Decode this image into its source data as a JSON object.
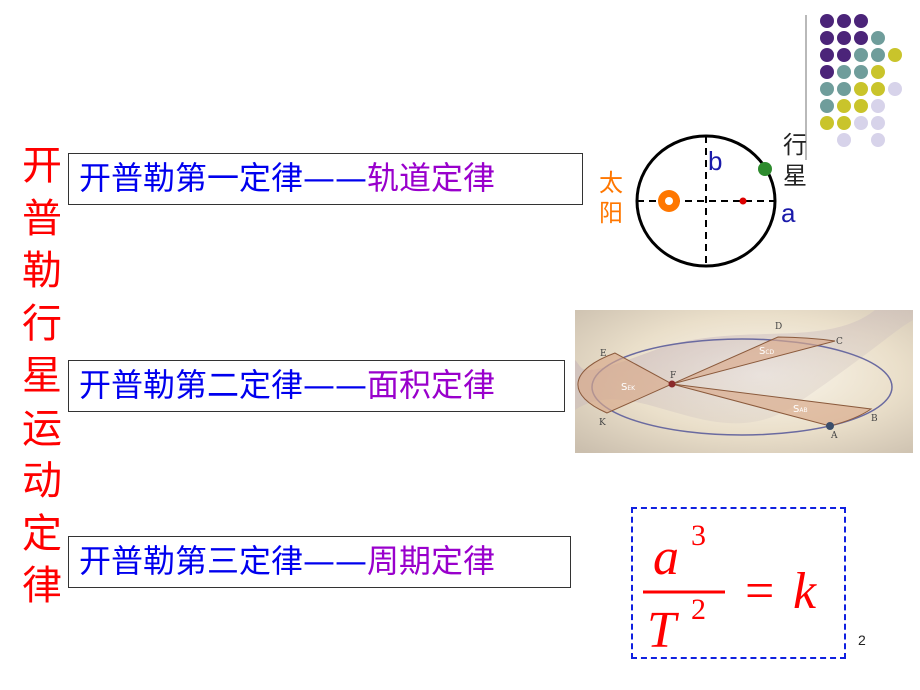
{
  "title": {
    "chars": [
      "开",
      "普",
      "勒",
      "行",
      "星",
      "运",
      "动",
      "定",
      "律"
    ]
  },
  "laws": [
    {
      "prefix": "开普勒第一定律——",
      "name": "轨道定律"
    },
    {
      "prefix": "开普勒第二定律——",
      "name": "面积定律"
    },
    {
      "prefix": "开普勒第三定律——",
      "name": "周期定律"
    }
  ],
  "orbit": {
    "planet_label": [
      "行",
      "星"
    ],
    "sun_label": [
      "太",
      "阳"
    ],
    "semi_major_label": "a",
    "semi_minor_label": "b"
  },
  "area_figure": {
    "point_labels": {
      "focus": "F",
      "A": "A",
      "B": "B",
      "C": "C",
      "D": "D",
      "E": "E",
      "K": "K"
    },
    "sector_labels": [
      {
        "main": "S",
        "sub": "CD"
      },
      {
        "main": "S",
        "sub": "EK"
      },
      {
        "main": "S",
        "sub": "AB"
      }
    ]
  },
  "formula": {
    "numerator_base": "a",
    "numerator_exp": "3",
    "denominator_base": "T",
    "denominator_exp": "2",
    "equals": "=",
    "rhs": "k"
  },
  "page_number": "2",
  "colors": {
    "title": "#ff0000",
    "law_prefix": "#0000ee",
    "law_name": "#9900cc",
    "sun": "#ff7700",
    "planet": "#2e8b2e",
    "formula": "#ff0000",
    "formula_border": "#1020e0"
  }
}
